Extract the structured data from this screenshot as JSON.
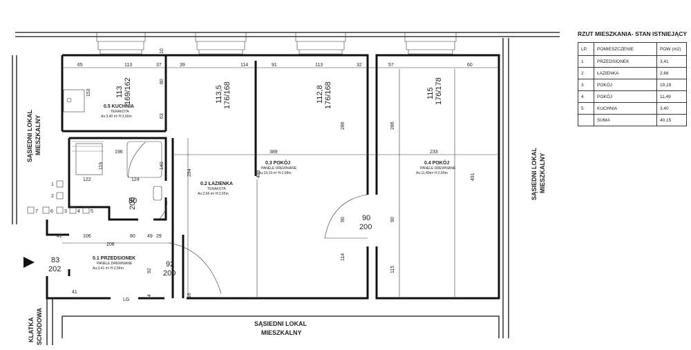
{
  "table": {
    "title": "RZUT MIESZKANIA- STAN ISTNIEJĄCY",
    "headers": [
      "LP.",
      "POMIESZCZENIE",
      "POW (m2)"
    ],
    "rows": [
      {
        "lp": "1",
        "name": "PRZEDSIONEK",
        "area": "3,41"
      },
      {
        "lp": "2",
        "name": "ŁAZIENKA",
        "area": "2,66"
      },
      {
        "lp": "3",
        "name": "POKÓJ",
        "area": "19,19"
      },
      {
        "lp": "4",
        "name": "POKÓJ",
        "area": "11,49"
      },
      {
        "lp": "5",
        "name": "KUCHNIA",
        "area": "3,40"
      }
    ],
    "sum_label": "SUMA",
    "sum_value": "40,15"
  },
  "rooms": {
    "kitchen": {
      "name": "0.5 KUCHNIA",
      "finish": "TERAKOTA",
      "area": "Au:3,40 m² H:2,60m"
    },
    "bathroom": {
      "name": "0.2 ŁAZIENKA",
      "finish": "TERAKOTA",
      "area": "Au:2,66 m² H:2,55m"
    },
    "room3": {
      "name": "0.3 POKÓJ",
      "finish": "PANELE DREWNIANE",
      "area": "Au:19,19 m² H:2,68m"
    },
    "room4": {
      "name": "0.4 POKÓJ",
      "finish": "PANELE DREWNIANE",
      "area": "Au:11,49m² H:2,66m"
    },
    "hall": {
      "name": "0.1 PRZEDSIONEK",
      "finish": "PANELE DREWNIANE",
      "area": "Au:3,41 m² H:2,56m"
    }
  },
  "neighbors": {
    "left": [
      "SĄSIEDNI LOKAL",
      "MIESZKALNY"
    ],
    "right": [
      "SĄSIEDNI LOKAL",
      "MIESZKALNY"
    ],
    "bottom": [
      "SĄSIEDNI LOKAL",
      "MIESZKALNY"
    ],
    "stair": [
      "KLATKA",
      "SCHODOWA"
    ]
  },
  "dims": {
    "top": [
      "65",
      "113",
      "37",
      "39",
      "114",
      "91",
      "113",
      "32",
      "57",
      "60"
    ],
    "windows": [
      {
        "w": "113",
        "h": "169/162"
      },
      {
        "w": "113,5",
        "h": "176/168"
      },
      {
        "w": "112,8",
        "h": "176/168"
      },
      {
        "w": "115",
        "h": "176/178"
      }
    ],
    "w196": "196",
    "w389": "389",
    "w233": "233",
    "w124": "124",
    "w122": "122",
    "v294": "294",
    "v489": "489",
    "v491": "491",
    "v286a": "286",
    "v286b": "286",
    "v153": "153",
    "v80": "80",
    "v63": "63",
    "v10": "10",
    "v140": "140",
    "v119": "119",
    "v90a": "90",
    "v90b": "90",
    "v114": "114",
    "v115": "115",
    "d1": "41",
    "d2": "106",
    "d3": "80",
    "d4": "49",
    "d5": "29",
    "d6": "206",
    "d7": "92",
    "d8": "41",
    "d9": "24",
    "d10": "16",
    "bath_door": {
      "w": "80",
      "h": "200"
    },
    "room_door": {
      "w": "90",
      "h": "200"
    },
    "hall_door": {
      "w": "92",
      "h": "200"
    },
    "entry_door": {
      "w": "83",
      "h": "202"
    },
    "lg": "LG"
  },
  "meters": [
    "1",
    "2",
    "3",
    "4",
    "5",
    "6",
    "7"
  ]
}
